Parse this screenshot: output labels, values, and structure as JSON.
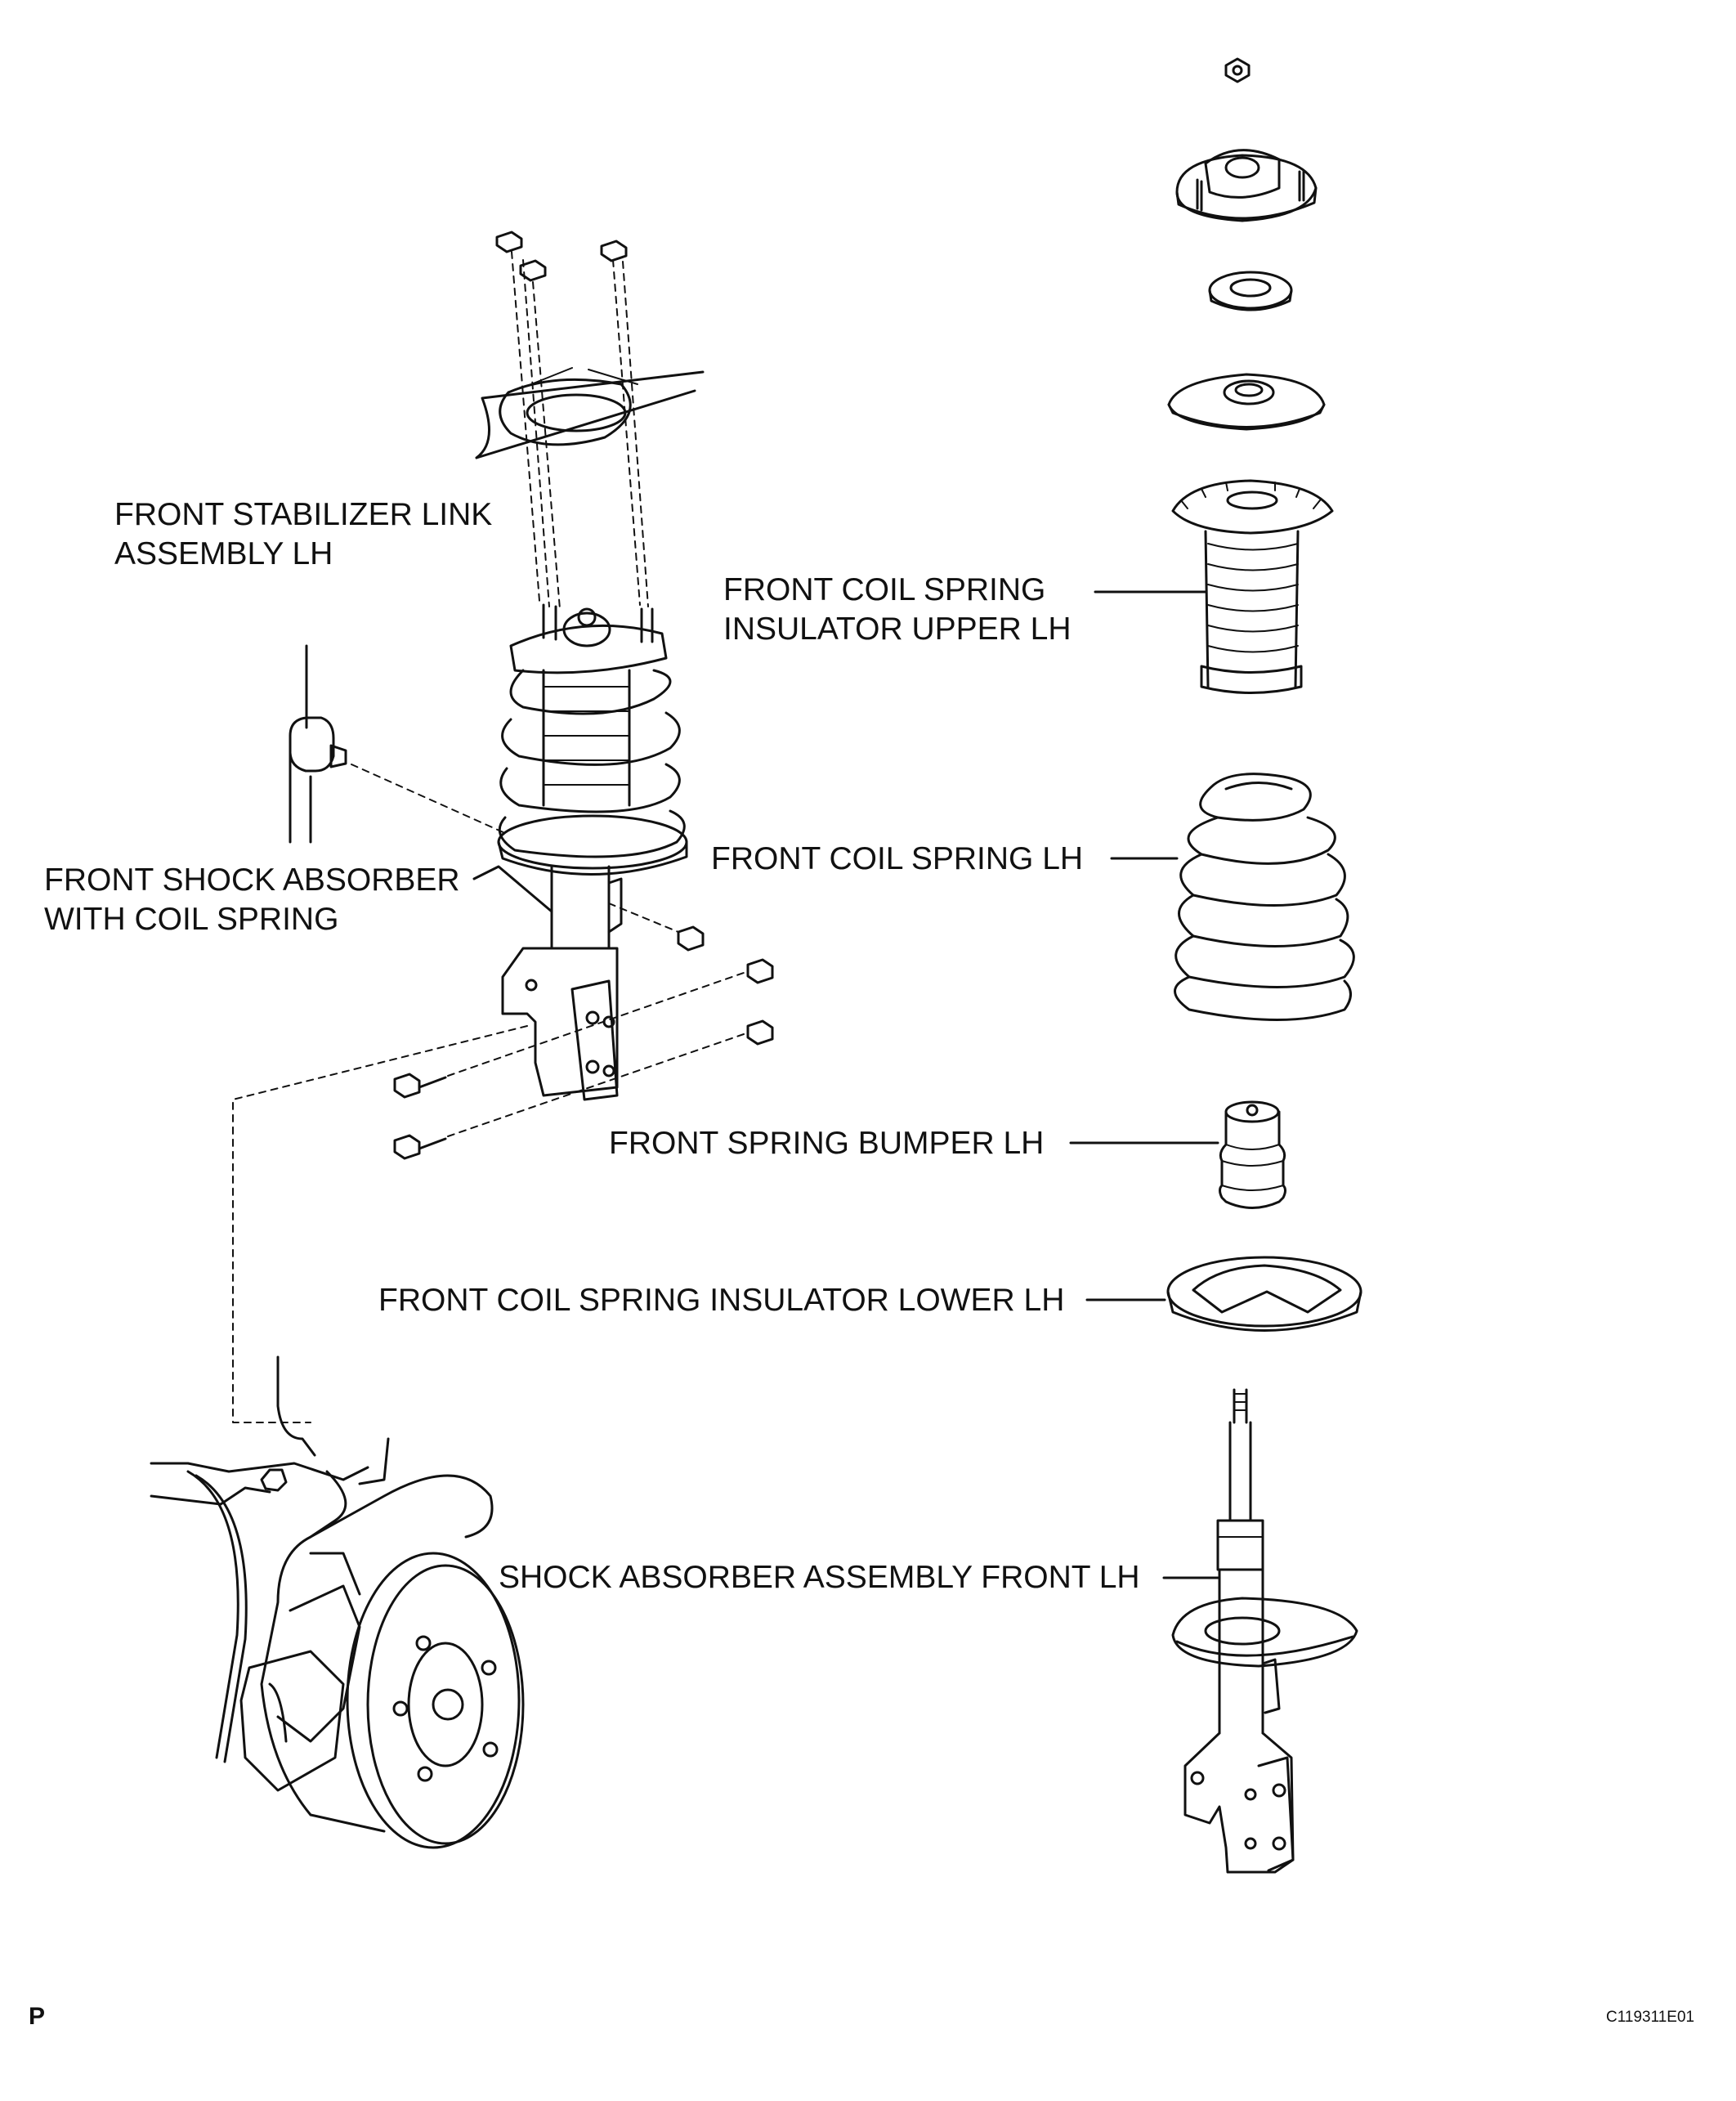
{
  "labels": {
    "stabilizer_link": [
      "FRONT STABILIZER LINK",
      "ASSEMBLY LH"
    ],
    "shock_with_spring": [
      "FRONT SHOCK ABSORBER",
      "WITH COIL SPRING"
    ],
    "insulator_upper": [
      "FRONT COIL SPRING",
      "INSULATOR UPPER LH"
    ],
    "coil_spring": "FRONT COIL SPRING LH",
    "spring_bumper": "FRONT SPRING BUMPER LH",
    "insulator_lower": "FRONT COIL SPRING INSULATOR LOWER LH",
    "shock_assembly": "SHOCK ABSORBER ASSEMBLY FRONT LH"
  },
  "corner_mark": "P",
  "figure_code": "C119311E01"
}
